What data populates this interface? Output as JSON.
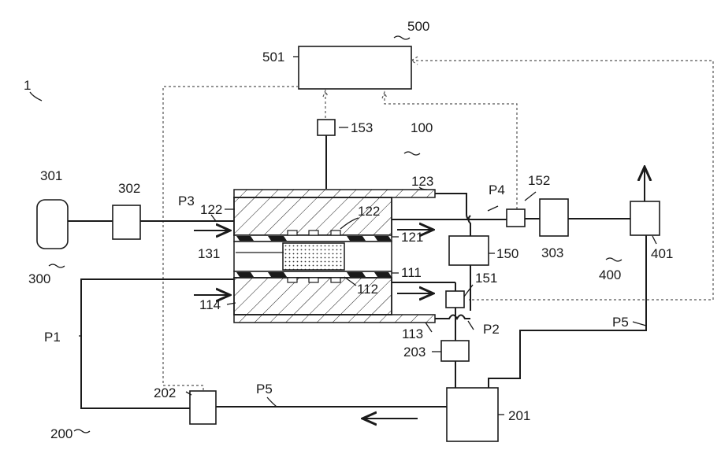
{
  "labels": {
    "fig_ref": "1",
    "l500": "500",
    "l501": "501",
    "l153": "153",
    "l100": "100",
    "l123": "123",
    "l301": "301",
    "l302": "302",
    "p3": "P3",
    "l122a": "122",
    "l122b": "122",
    "l121": "121",
    "l131": "131",
    "l111": "111",
    "l112": "112",
    "l114": "114",
    "l113": "113",
    "p4": "P4",
    "l152": "152",
    "l303": "303",
    "l150": "150",
    "l151": "151",
    "p2": "P2",
    "l203": "203",
    "l400": "400",
    "l401": "401",
    "p5a": "P5",
    "p5b": "P5",
    "l300": "300",
    "p1": "P1",
    "l202": "202",
    "l200": "200",
    "l201": "201"
  }
}
